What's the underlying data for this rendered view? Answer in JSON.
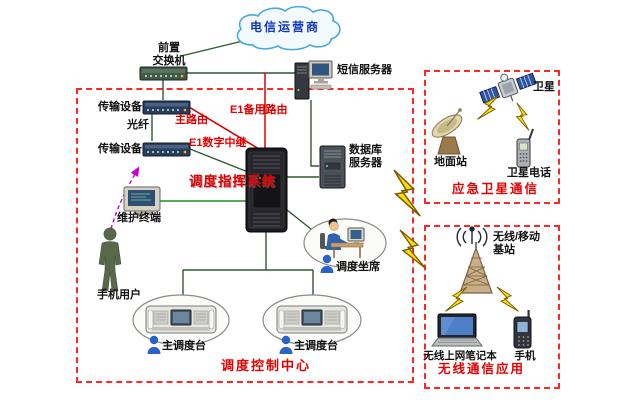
{
  "diagram": {
    "cloud_label": "电信运营商",
    "front_switch_label": "前置\n交换机",
    "control_center": {
      "title": "调度控制中心",
      "transmission_top": "传输设备",
      "fiber": "光纤",
      "transmission_bottom": "传输设备",
      "route_main": "主路由",
      "route_backup": "E1备用路由",
      "route_e1_trunk": "E1数字中继",
      "system_title": "调度指挥系统",
      "sms_server": "短信服务器",
      "db_server": "数据库\n服务器",
      "maintenance_terminal": "维护终端",
      "mobile_user": "手机用户",
      "dispatch_seat": "调度坐席",
      "console_left": "主调度台",
      "console_right": "主调度台"
    },
    "satellite_section": {
      "title": "应急卫星通信",
      "satellite": "卫星",
      "ground_station": "地面站",
      "satellite_phone": "卫星电话"
    },
    "wireless_section": {
      "title": "无线通信应用",
      "base_station": "无线/移动\n基站",
      "laptop": "无线上网笔记本",
      "phone": "手机"
    }
  },
  "colors": {
    "box_border": "#ff2626",
    "accent_red": "#e80000",
    "blue_text": "#1437b8",
    "line_green": "#2d5a2d",
    "bolt_yellow": "#ffdf00",
    "arrow_magenta": "#cc00cc"
  }
}
